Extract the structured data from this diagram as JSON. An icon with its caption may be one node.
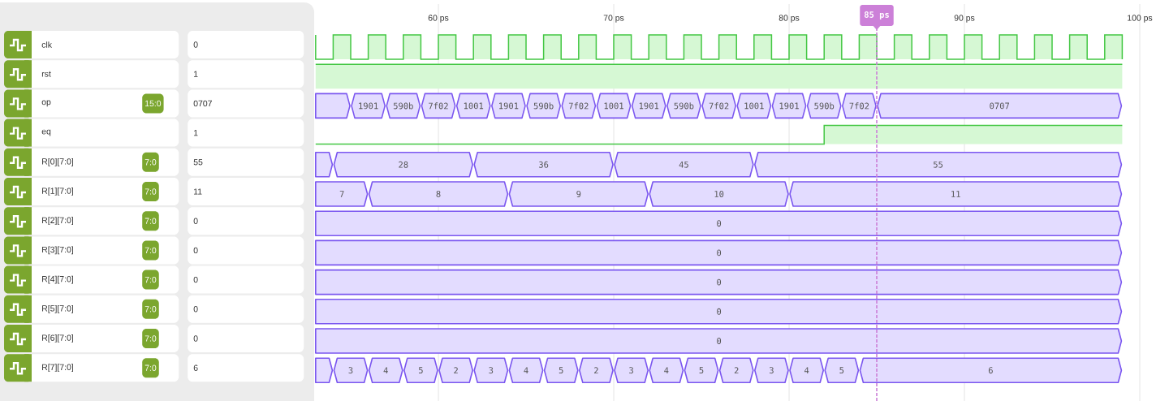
{
  "diagram": {
    "nodes": [
      {
        "text": [
          "clk"
        ]
      },
      {
        "text": [
          "0"
        ]
      },
      {
        "text": [
          "rst"
        ]
      },
      {
        "text": [
          "1"
        ]
      },
      {
        "text": [
          "op"
        ]
      },
      {
        "text": [
          "15:0"
        ],
        "in": 4
      },
      {
        "text": [
          "0707"
        ]
      },
      {
        "text": [
          "eq"
        ]
      },
      {
        "text": [
          "1"
        ]
      },
      {
        "text": [
          "R[0][7:0]"
        ]
      },
      {
        "text": [
          "7:0"
        ],
        "in": 9
      },
      {
        "text": [
          "55"
        ]
      },
      {
        "text": [
          "R[1][7:0]"
        ]
      },
      {
        "text": [
          "7:0"
        ],
        "in": 12
      },
      {
        "text": [
          "11"
        ]
      },
      {
        "text": [
          "R[2][7:0]"
        ]
      },
      {
        "text": [
          "7:0"
        ],
        "in": 15
      },
      {
        "text": [
          "0"
        ]
      },
      {
        "text": [
          "R[3][7:0]"
        ]
      },
      {
        "text": [
          "7:0"
        ],
        "in": 18
      },
      {
        "text": [
          "0"
        ]
      },
      {
        "text": [
          "R[4][7:0]"
        ]
      },
      {
        "text": [
          "7:0"
        ],
        "in": 21
      },
      {
        "text": [
          "0"
        ]
      },
      {
        "text": [
          "R[5][7:0]"
        ]
      },
      {
        "text": [
          "7:0"
        ],
        "in": 24
      },
      {
        "text": [
          "0"
        ]
      },
      {
        "text": [
          "R[6][7:0]"
        ]
      },
      {
        "text": [
          "7:0"
        ],
        "in": 27
      },
      {
        "text": [
          "0"
        ]
      },
      {
        "text": [
          "R[7][7:0]"
        ]
      },
      {
        "text": [
          "7:0"
        ],
        "in": 30
      },
      {
        "text": [
          "6"
        ]
      },
      {
        "text": [
          "85 ps"
        ]
      },
      {
        "text": [],
        "shape": "box"
      },
      {
        "text": [
          "1901"
        ]
      },
      {
        "text": [
          "590b"
        ]
      },
      {
        "text": [
          "7f02"
        ]
      },
      {
        "text": [
          "1001"
        ]
      },
      {
        "text": [
          "1901"
        ]
      },
      {
        "text": [
          "590b"
        ]
      },
      {
        "text": [
          "7f02"
        ]
      },
      {
        "text": [
          "1001"
        ]
      },
      {
        "text": [
          "1901"
        ]
      },
      {
        "text": [
          "590b"
        ]
      },
      {
        "text": [
          "7f02"
        ]
      },
      {
        "text": [
          "1001"
        ]
      },
      {
        "text": [
          "1901"
        ]
      },
      {
        "text": [
          "590b"
        ]
      },
      {
        "text": [
          "7f02"
        ]
      },
      {
        "text": [
          "0707"
        ]
      },
      {
        "text": [],
        "shape": "box"
      },
      {
        "text": [
          "28"
        ]
      },
      {
        "text": [
          "36"
        ]
      },
      {
        "text": [
          "45"
        ]
      },
      {
        "text": [
          "55"
        ]
      },
      {
        "text": [
          "7"
        ]
      },
      {
        "text": [
          "8"
        ]
      },
      {
        "text": [
          "9"
        ]
      },
      {
        "text": [
          "10"
        ]
      },
      {
        "text": [
          "11"
        ]
      },
      {
        "text": [
          "0"
        ]
      },
      {
        "text": [
          "0"
        ]
      },
      {
        "text": [
          "0"
        ]
      },
      {
        "text": [
          "0"
        ]
      },
      {
        "text": [
          "0"
        ]
      },
      {
        "text": [],
        "shape": "box"
      },
      {
        "text": [
          "3"
        ]
      },
      {
        "text": [
          "4"
        ]
      },
      {
        "text": [
          "5"
        ]
      },
      {
        "text": [
          "2"
        ]
      },
      {
        "text": [
          "3"
        ]
      },
      {
        "text": [
          "4"
        ]
      },
      {
        "text": [
          "5"
        ]
      },
      {
        "text": [
          "2"
        ]
      },
      {
        "text": [
          "3"
        ]
      },
      {
        "text": [
          "4"
        ]
      },
      {
        "text": [
          "5"
        ]
      },
      {
        "text": [
          "2"
        ]
      },
      {
        "text": [
          "3"
        ]
      },
      {
        "text": [
          "4"
        ]
      },
      {
        "text": [
          "5"
        ]
      },
      {
        "text": [
          "6"
        ]
      }
    ],
    "labels": [
      "60 ps",
      "70 ps",
      "80 ps",
      "90 ps",
      "100 ps"
    ]
  }
}
